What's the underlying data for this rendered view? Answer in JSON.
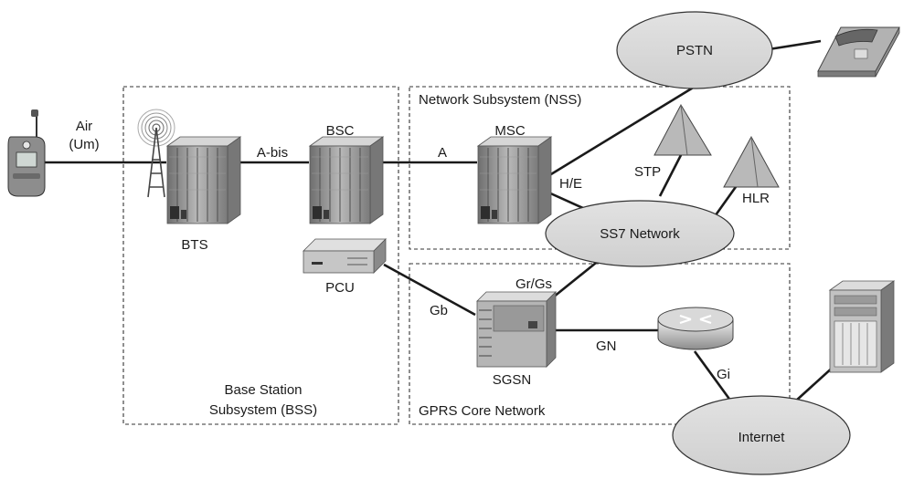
{
  "regions": {
    "bss": {
      "line1": "Base Station",
      "line2": "Subsystem (BSS)"
    },
    "nss": {
      "label": "Network Subsystem (NSS)"
    },
    "gprs": {
      "label": "GPRS Core Network"
    }
  },
  "nodes": {
    "bts": "BTS",
    "bsc": "BSC",
    "msc": "MSC",
    "pcu": "PCU",
    "sgsn": "SGSN",
    "stp": "STP",
    "hlr": "HLR",
    "pstn": "PSTN",
    "ss7": "SS7 Network",
    "internet": "Internet"
  },
  "links": {
    "air_line1": "Air",
    "air_line2": "(Um)",
    "abis": "A-bis",
    "a": "A",
    "he": "H/E",
    "grgs": "Gr/Gs",
    "gb": "Gb",
    "gn": "GN",
    "gi": "Gi"
  },
  "icons": [
    "mobile-phone-icon",
    "antenna-tower-icon",
    "rack-server-icon",
    "pcu-box-icon",
    "sgsn-server-icon",
    "router-icon",
    "triangle-stp-icon",
    "triangle-hlr-icon",
    "telephone-icon",
    "tower-server-icon"
  ]
}
